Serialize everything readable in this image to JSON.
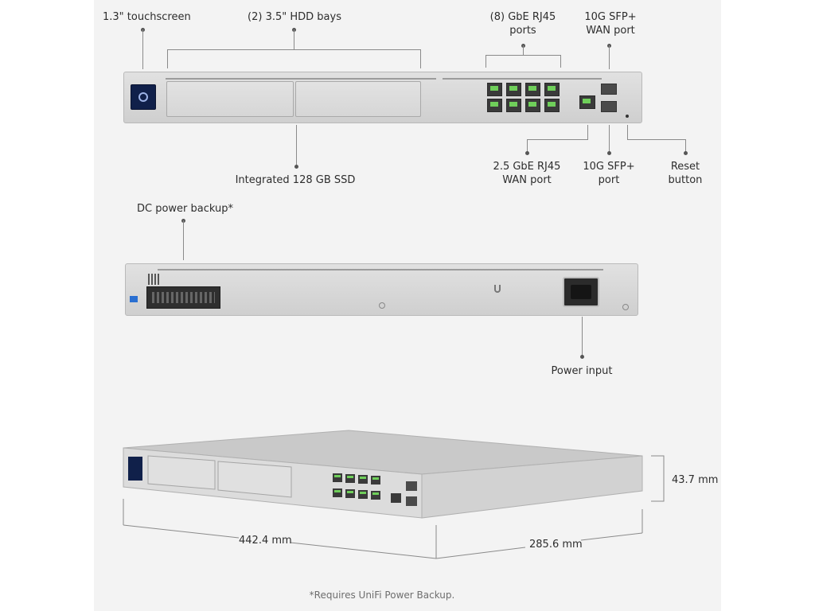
{
  "front": {
    "touchscreen": "1.3\" touchscreen",
    "hdd_bays": "(2) 3.5\" HDD bays",
    "gbe_ports_line1": "(8) GbE RJ45",
    "gbe_ports_line2": "ports",
    "sfp_wan_line1": "10G SFP+",
    "sfp_wan_line2": "WAN port",
    "ssd": "Integrated 128 GB SSD",
    "wan25_line1": "2.5 GbE RJ45",
    "wan25_line2": "WAN port",
    "sfp_port_line1": "10G SFP+",
    "sfp_port_line2": "port",
    "reset_line1": "Reset",
    "reset_line2": "button"
  },
  "rear": {
    "dc_backup": "DC power backup*",
    "power_input": "Power input"
  },
  "dimensions": {
    "height": "43.7 mm",
    "width": "442.4 mm",
    "depth": "285.6 mm"
  },
  "footnote": "*Requires UniFi Power Backup."
}
